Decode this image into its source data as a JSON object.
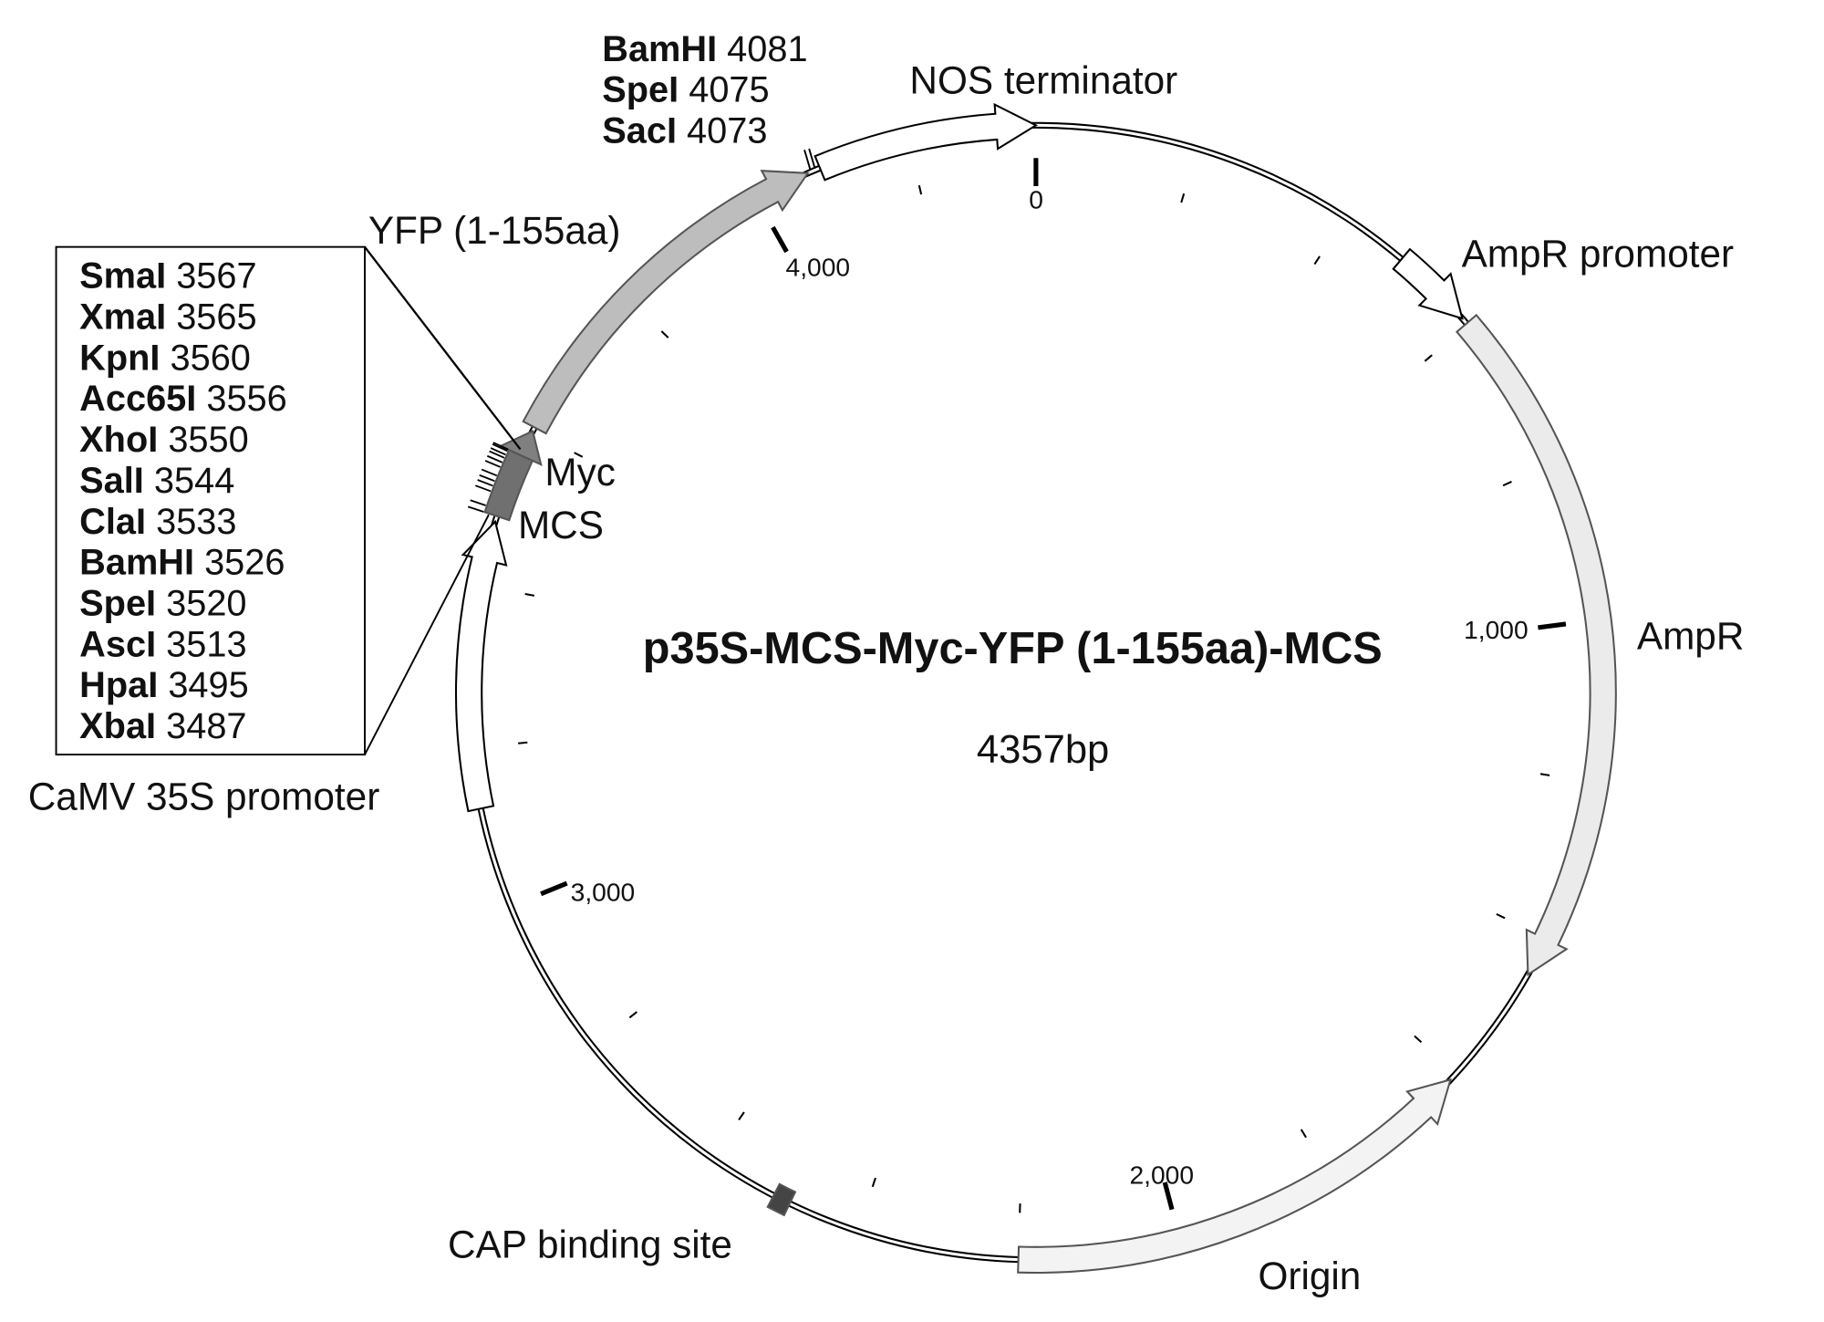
{
  "title": "p35S-MCS-Myc-YFP (1-155aa)-MCS",
  "size_label": "4357bp",
  "chart_data": {
    "type": "plasmid-map",
    "total_bp": 4357,
    "major_ticks": [
      0,
      1000,
      2000,
      3000,
      4000
    ],
    "tick_labels": [
      "0",
      "1,000",
      "2,000",
      "3,000",
      "4,000"
    ],
    "minor_tick_interval": 200,
    "features": [
      {
        "name": "NOS terminator",
        "start": 4086,
        "end": 4357,
        "direction": "forward",
        "fill": "#ffffff"
      },
      {
        "name": "AmpR promoter",
        "start": 486,
        "end": 590,
        "direction": "forward",
        "fill": "#ffffff"
      },
      {
        "name": "AmpR",
        "start": 598,
        "end": 1450,
        "direction": "forward",
        "fill": "#ebebeb"
      },
      {
        "name": "Origin",
        "start": 1610,
        "end": 2200,
        "direction": "reverse",
        "fill": "#f3f3f3"
      },
      {
        "name": "CAP binding site",
        "start": 2490,
        "end": 2512,
        "direction": "none",
        "fill": "#444444"
      },
      {
        "name": "CaMV 35S promoter",
        "start": 3125,
        "end": 3480,
        "direction": "forward",
        "fill": "#ffffff"
      },
      {
        "name": "MCS",
        "start": 3487,
        "end": 3567,
        "direction": "none",
        "fill": "#707070"
      },
      {
        "name": "Myc",
        "start": 3567,
        "end": 3600,
        "direction": "forward",
        "fill": "#808080"
      },
      {
        "name": "YFP (1-155aa)",
        "start": 3605,
        "end": 4070,
        "direction": "forward",
        "fill": "#bdbdbd"
      }
    ]
  },
  "top_sites": [
    {
      "enzyme": "BamHI",
      "pos": "4081"
    },
    {
      "enzyme": "SpeI",
      "pos": "4075"
    },
    {
      "enzyme": "SacI",
      "pos": "4073"
    }
  ],
  "mcs_sites": [
    {
      "enzyme": "SmaI",
      "pos": "3567"
    },
    {
      "enzyme": "XmaI",
      "pos": "3565"
    },
    {
      "enzyme": "KpnI",
      "pos": "3560"
    },
    {
      "enzyme": "Acc65I",
      "pos": "3556"
    },
    {
      "enzyme": "XhoI",
      "pos": "3550"
    },
    {
      "enzyme": "SalI",
      "pos": "3544"
    },
    {
      "enzyme": "ClaI",
      "pos": "3533"
    },
    {
      "enzyme": "BamHI",
      "pos": "3526"
    },
    {
      "enzyme": "SpeI",
      "pos": "3520"
    },
    {
      "enzyme": "AscI",
      "pos": "3513"
    },
    {
      "enzyme": "HpaI",
      "pos": "3495"
    },
    {
      "enzyme": "XbaI",
      "pos": "3487"
    }
  ]
}
